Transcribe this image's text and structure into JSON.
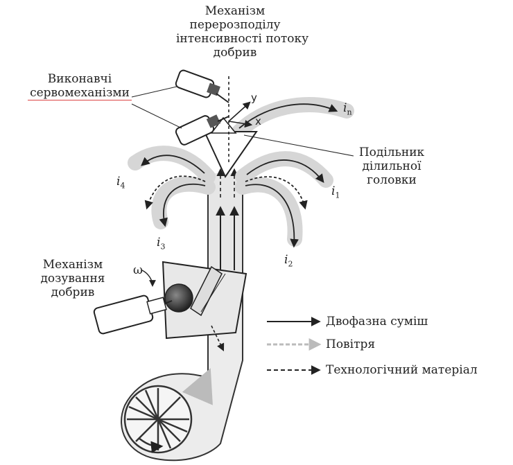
{
  "labels": {
    "redistribution_mechanism": [
      "Механізм",
      "перерозподілу",
      "інтенсивності потоку",
      "добрив"
    ],
    "servo_mechanisms": [
      "Виконавчі",
      "сервомеханізми"
    ],
    "divider": [
      "Подільник",
      "ділильної",
      "головки"
    ],
    "dosing_mechanism": [
      "Механізм",
      "дозування",
      "добрив"
    ]
  },
  "symbols": {
    "i_n": {
      "base": "i",
      "sub": "n"
    },
    "i_1": {
      "base": "i",
      "sub": "1"
    },
    "i_2": {
      "base": "i",
      "sub": "2"
    },
    "i_3": {
      "base": "i",
      "sub": "3"
    },
    "i_4": {
      "base": "i",
      "sub": "4"
    },
    "omega": "ω",
    "axis_y": "y",
    "axis_x": "x"
  },
  "legend": [
    {
      "style": "solid",
      "label": "Двофазна суміш"
    },
    {
      "style": "gray-dotted",
      "label": "Повітря"
    },
    {
      "style": "dashed",
      "label": "Технологічний матеріал"
    }
  ]
}
